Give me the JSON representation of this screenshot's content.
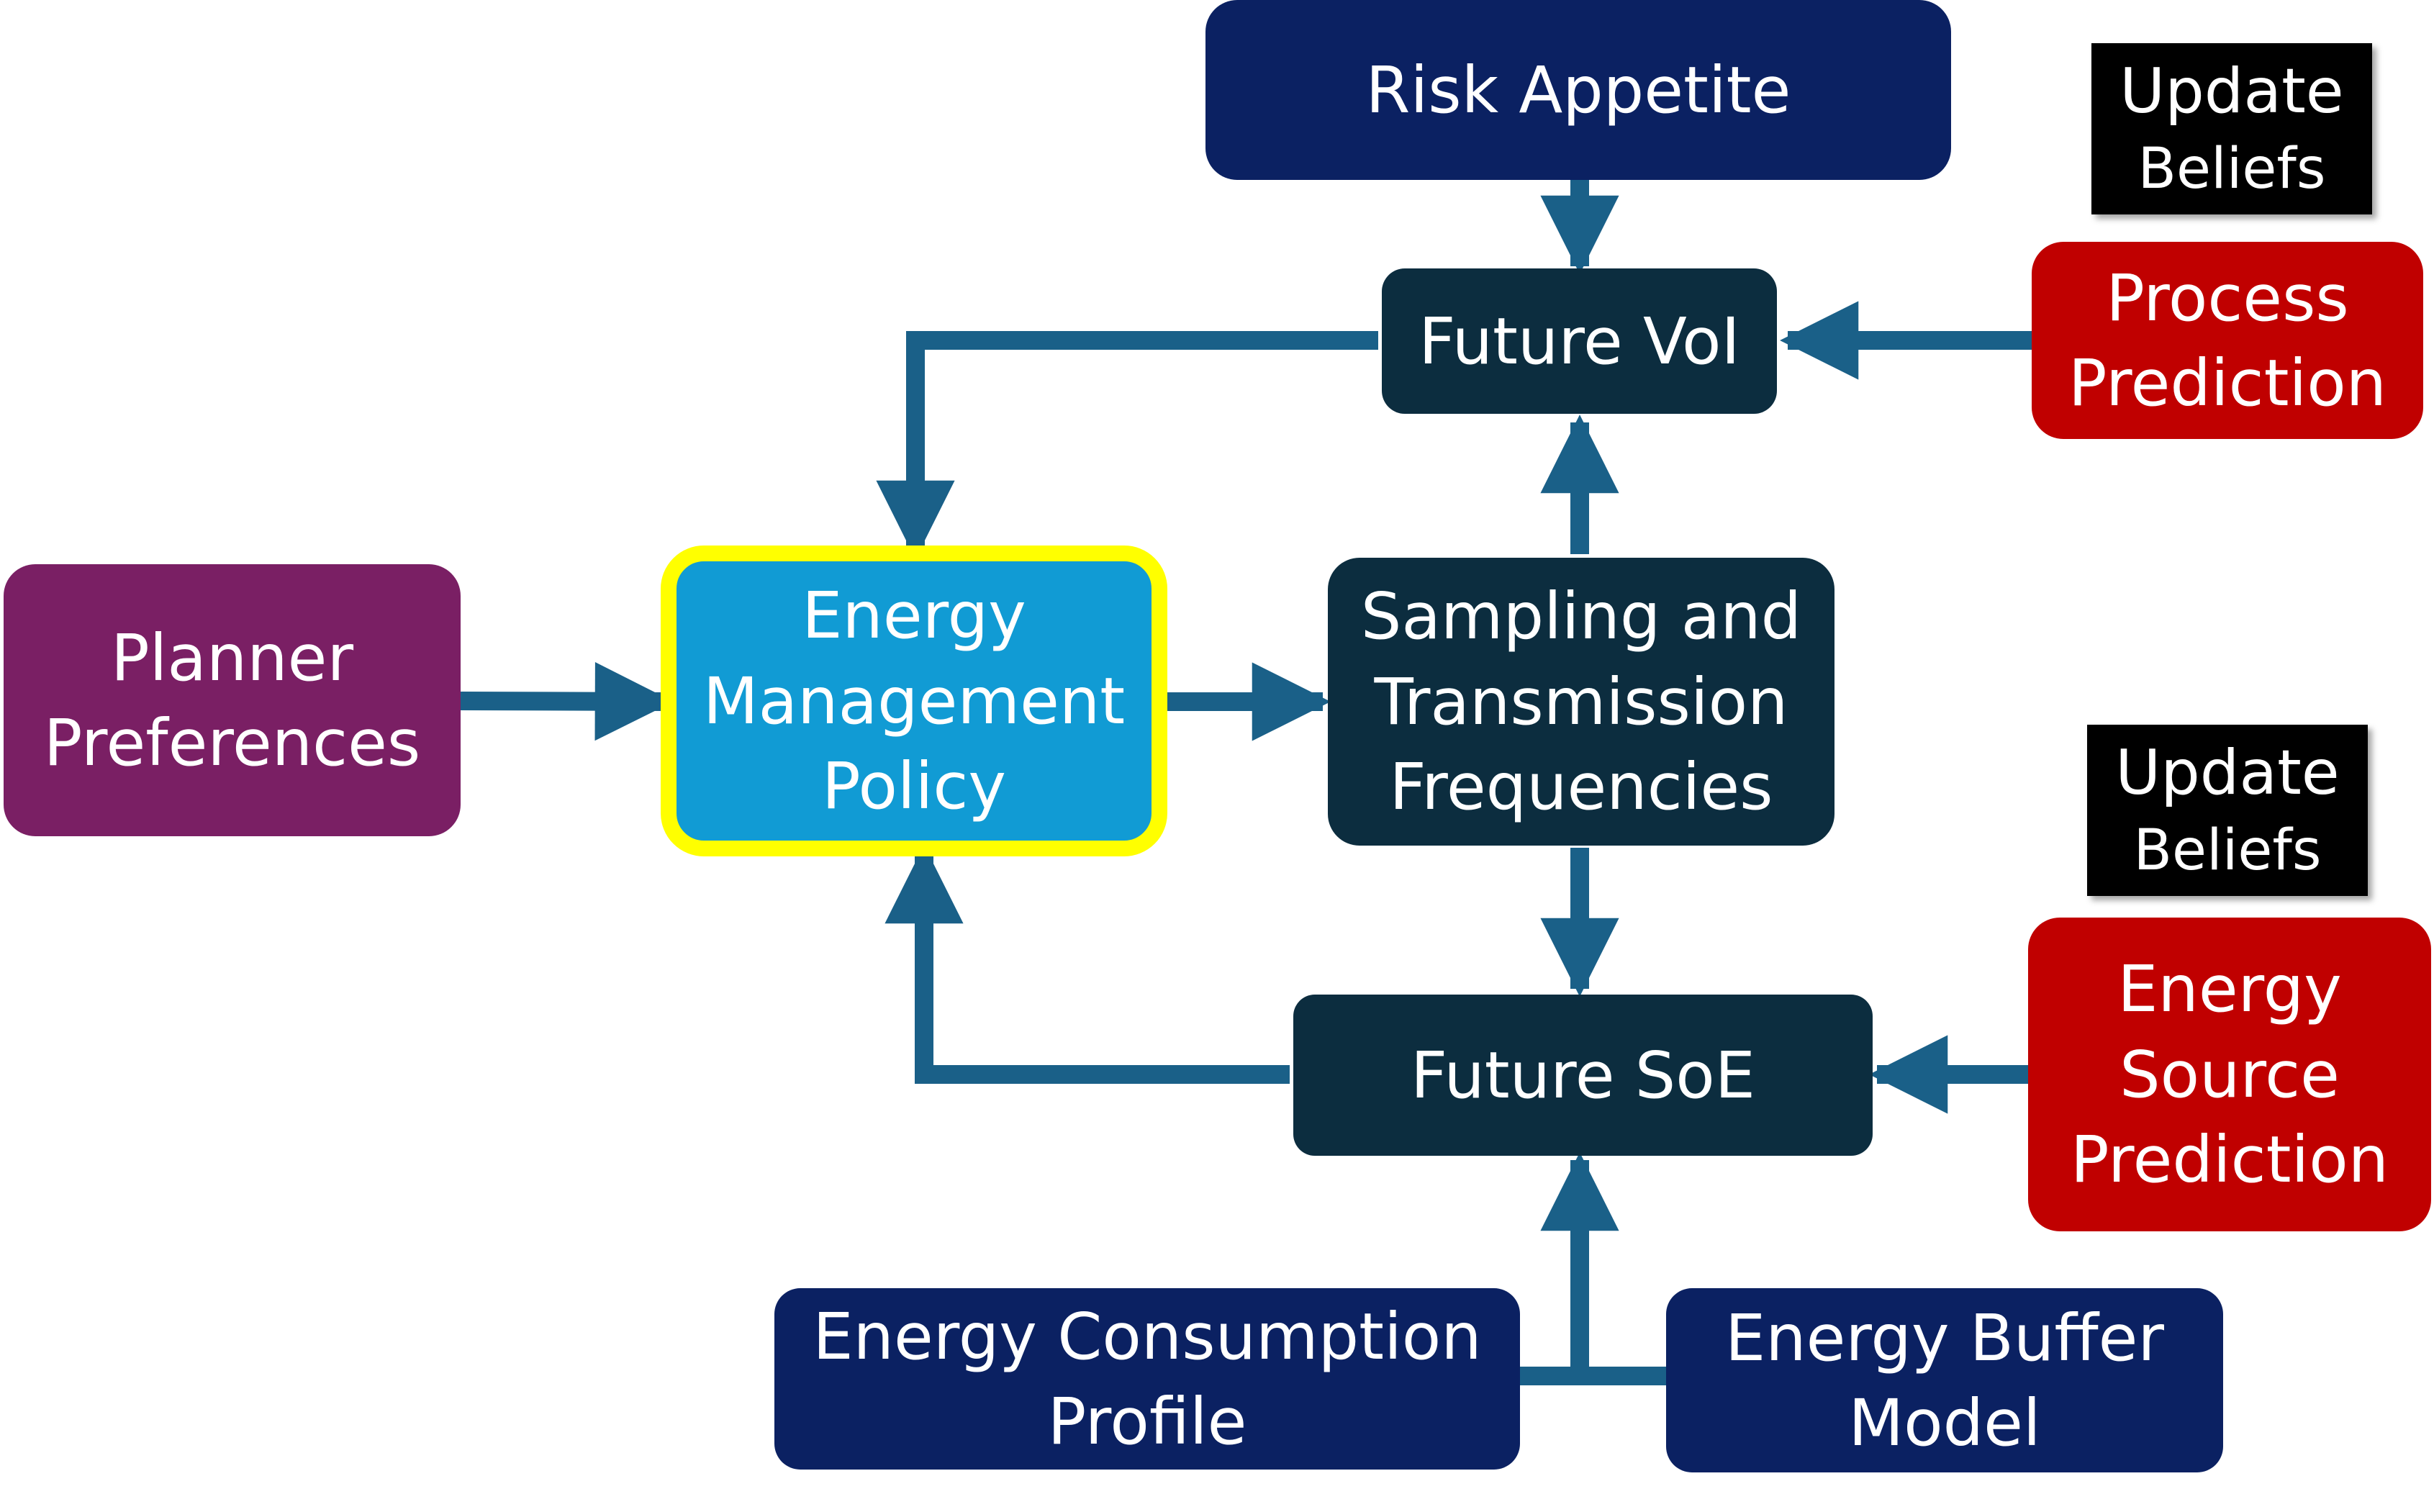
{
  "nodes": {
    "risk_appetite": {
      "lines": [
        "Risk Appetite"
      ]
    },
    "future_voi": {
      "lines": [
        "Future VoI"
      ]
    },
    "process_prediction": {
      "lines": [
        "Process",
        "Prediction"
      ]
    },
    "update_beliefs_top": {
      "lines": [
        "Update",
        "Beliefs"
      ]
    },
    "planner_preferences": {
      "lines": [
        "Planner",
        "Preferences"
      ]
    },
    "energy_management_policy": {
      "lines": [
        "Energy",
        "Management",
        "Policy"
      ]
    },
    "sampling_transmission": {
      "lines": [
        "Sampling and",
        "Transmission",
        "Frequencies"
      ]
    },
    "update_beliefs_bottom": {
      "lines": [
        "Update",
        "Beliefs"
      ]
    },
    "future_soe": {
      "lines": [
        "Future SoE"
      ]
    },
    "energy_source_prediction": {
      "lines": [
        "Energy",
        "Source",
        "Prediction"
      ]
    },
    "energy_consumption_profile": {
      "lines": [
        "Energy Consumption",
        "Profile"
      ]
    },
    "energy_buffer_model": {
      "lines": [
        "Energy Buffer",
        "Model"
      ]
    }
  },
  "colors": {
    "navy": "#0b2162",
    "dark_teal": "#0c2d3f",
    "red": "#c00000",
    "purple": "#7a1f64",
    "policy_blue": "#119bd4",
    "policy_border": "#ffff00",
    "connector": "#1a6088",
    "tag": "#000000"
  }
}
